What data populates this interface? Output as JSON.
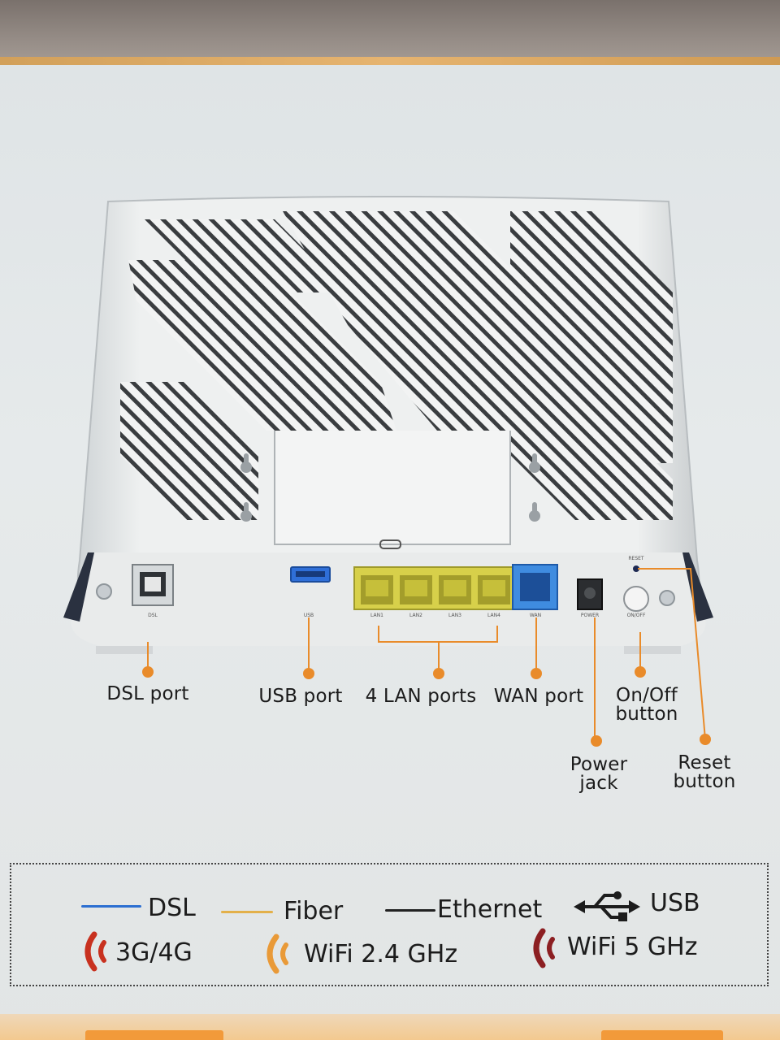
{
  "router": {
    "port_marks": {
      "dsl": "DSL",
      "usb": "USB",
      "lan": [
        "LAN1",
        "LAN2",
        "LAN3",
        "LAN4"
      ],
      "wan": "WAN",
      "power": "POWER",
      "reset": "RESET",
      "onoff": "ON/OFF"
    }
  },
  "callouts": {
    "dsl_port": "DSL port",
    "usb_port": "USB port",
    "lan_ports": "4 LAN ports",
    "wan_port": "WAN port",
    "onoff_button": "On/Off button",
    "power_jack": "Power jack",
    "reset_button": "Reset button"
  },
  "legend": {
    "dsl": "DSL",
    "fiber": "Fiber",
    "ethernet": "Ethernet",
    "usb": "USB",
    "g34": "3G/4G",
    "wifi24": "WiFi 2.4 GHz",
    "wifi5": "WiFi 5 GHz"
  },
  "colors": {
    "accent_orange": "#e98b2a",
    "dsl_line": "#2c6fd1",
    "fiber_line": "#e3b04a",
    "ethernet_line": "#222222",
    "lan_yellow": "#d7d04a",
    "wan_blue": "#3f8ce0",
    "signal_red": "#c8311f",
    "signal_orange": "#e99a38",
    "signal_darkred": "#8c1f22"
  },
  "icons": [
    "usb-trident-icon",
    "signal-waves-icon"
  ]
}
